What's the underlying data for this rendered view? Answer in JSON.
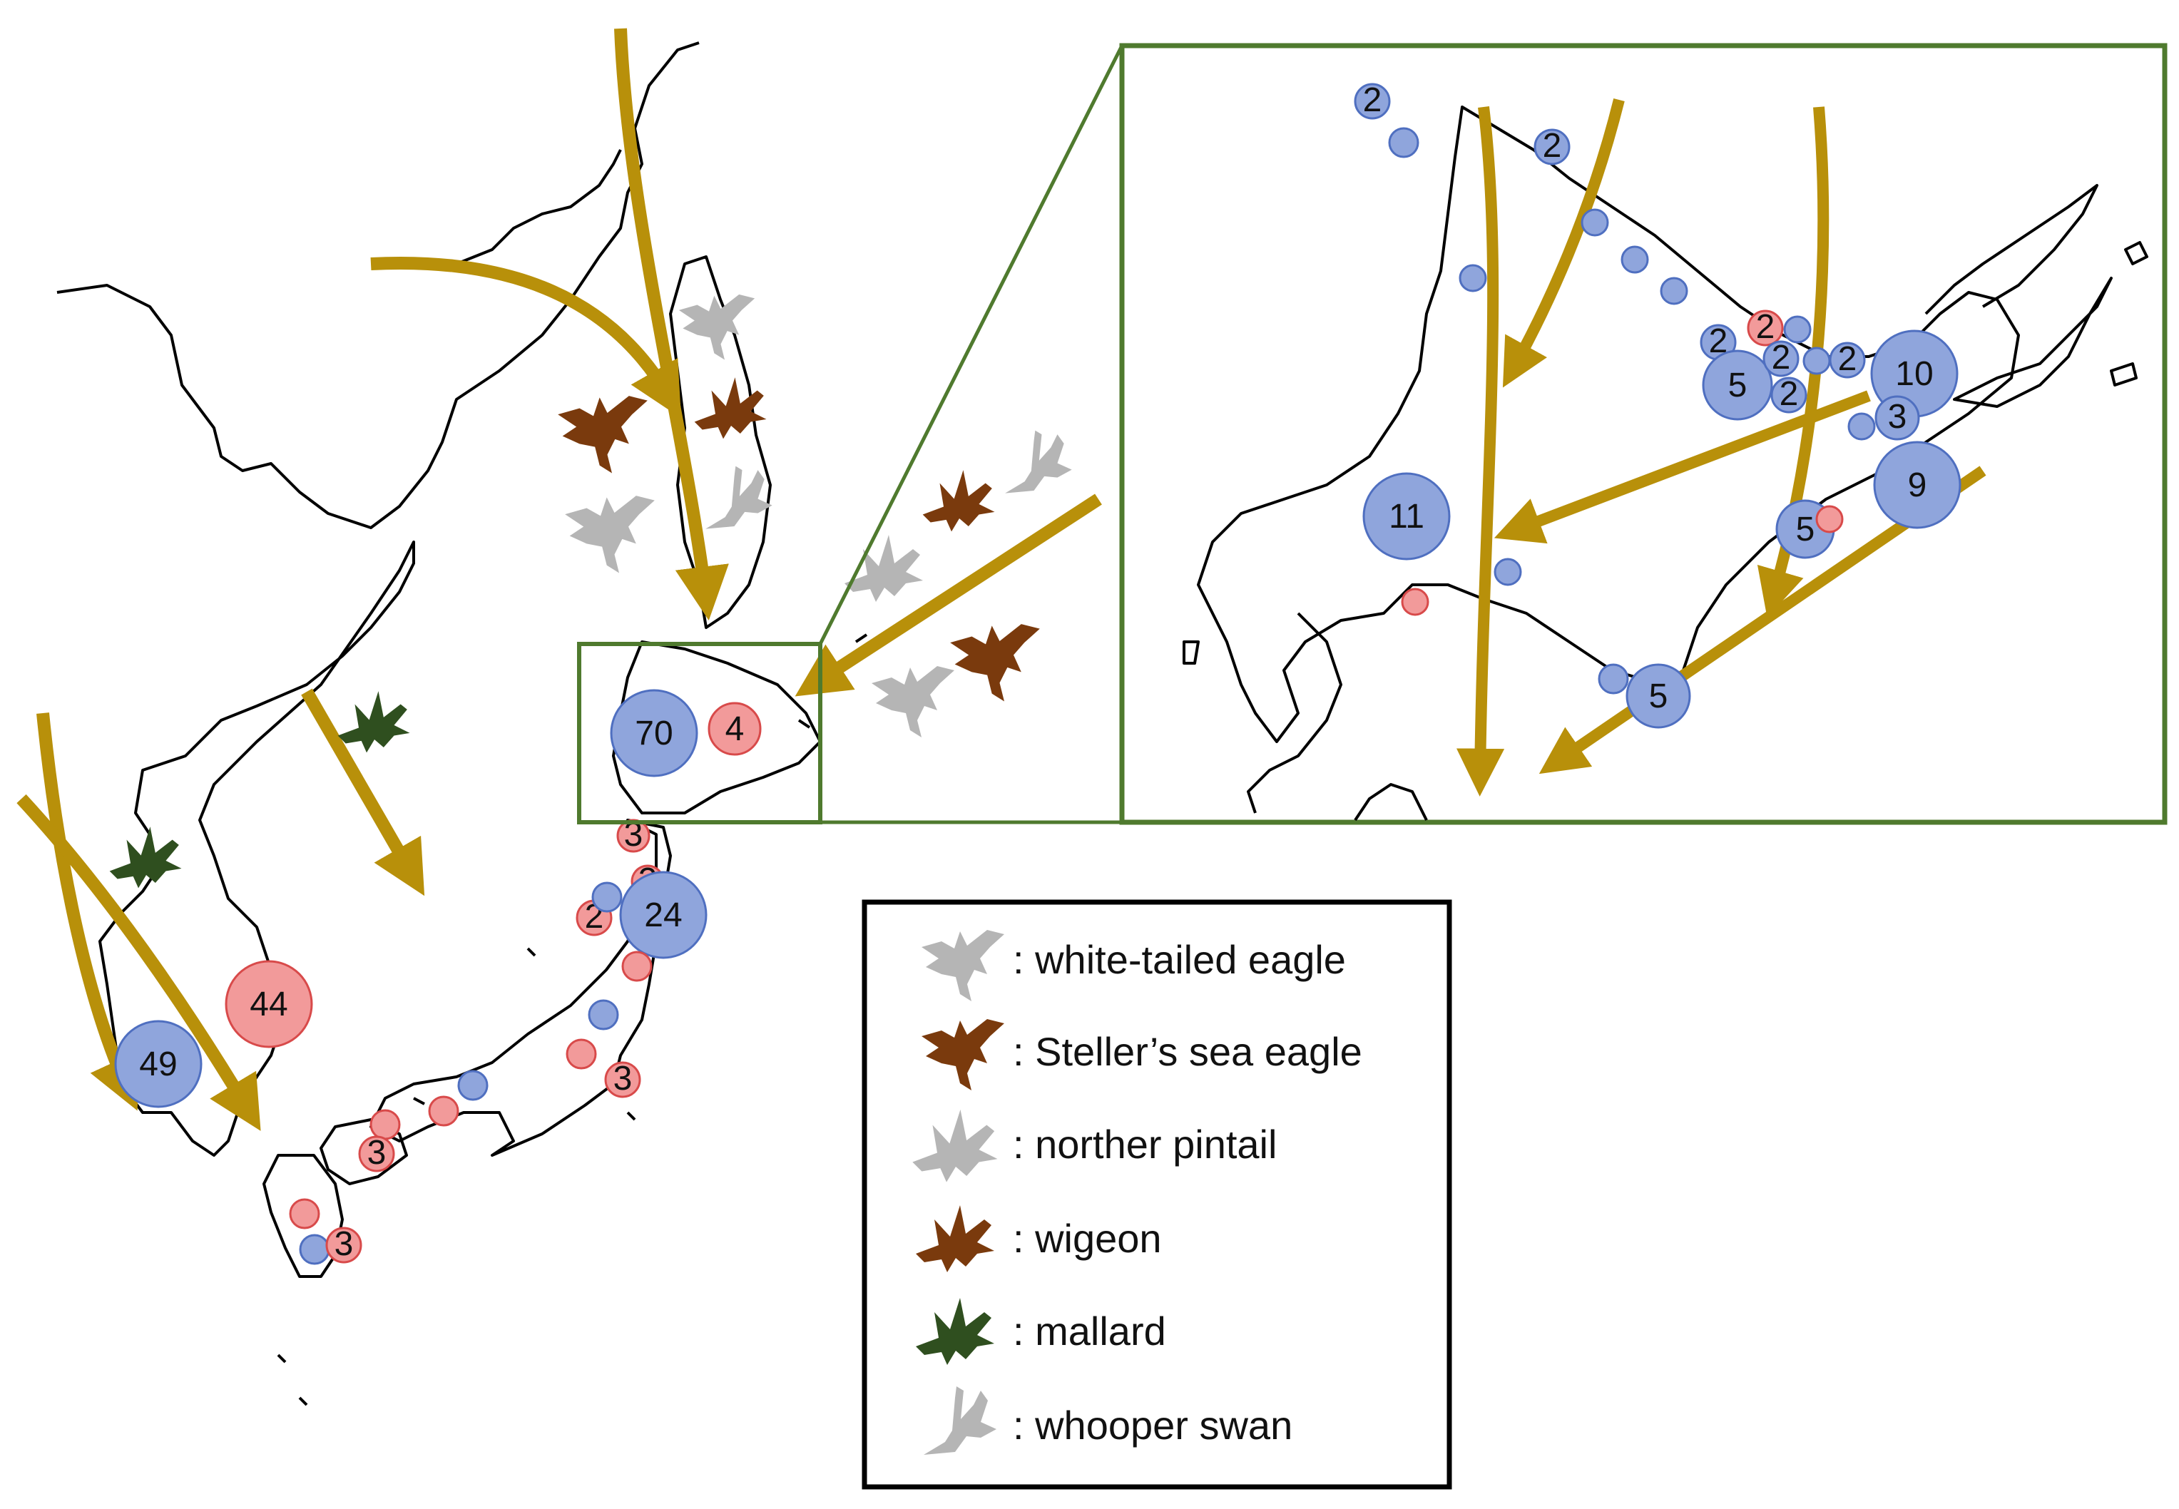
{
  "colors": {
    "land_outline": "#000000",
    "arrow": "#b8900a",
    "inset_frame": "#4f7a2e",
    "blue_circle_fill": "#8fa5dc",
    "blue_circle_stroke": "#4f6fc0",
    "red_circle_fill": "#f29a9a",
    "red_circle_stroke": "#d84a4a",
    "white_tailed_eagle": "#b5b5b5",
    "stellers_sea_eagle": "#7a3a0d",
    "northern_pintail": "#b5b5b5",
    "wigeon": "#7a3a0d",
    "mallard": "#2f4f1f",
    "whooper_swan": "#b5b5b5"
  },
  "main_map": {
    "circles": [
      {
        "label": "70",
        "color": "blue"
      },
      {
        "label": "4",
        "color": "red"
      },
      {
        "label": "3",
        "color": "red"
      },
      {
        "label": "2",
        "color": "red"
      },
      {
        "label": "24",
        "color": "blue"
      },
      {
        "label": "2",
        "color": "red"
      },
      {
        "label": "",
        "color": "blue"
      },
      {
        "label": "",
        "color": "red"
      },
      {
        "label": "",
        "color": "blue"
      },
      {
        "label": "",
        "color": "red"
      },
      {
        "label": "3",
        "color": "red"
      },
      {
        "label": "44",
        "color": "red"
      },
      {
        "label": "49",
        "color": "blue"
      },
      {
        "label": "",
        "color": "blue"
      },
      {
        "label": "",
        "color": "red"
      },
      {
        "label": "",
        "color": "red"
      },
      {
        "label": "3",
        "color": "red"
      },
      {
        "label": "",
        "color": "red"
      },
      {
        "label": "",
        "color": "blue"
      },
      {
        "label": "3",
        "color": "red"
      }
    ]
  },
  "inset_map": {
    "circles": [
      {
        "label": "2",
        "color": "blue"
      },
      {
        "label": "",
        "color": "blue"
      },
      {
        "label": "2",
        "color": "blue"
      },
      {
        "label": "",
        "color": "blue"
      },
      {
        "label": "",
        "color": "blue"
      },
      {
        "label": "",
        "color": "blue"
      },
      {
        "label": "",
        "color": "blue"
      },
      {
        "label": "2",
        "color": "red"
      },
      {
        "label": "",
        "color": "blue"
      },
      {
        "label": "2",
        "color": "blue"
      },
      {
        "label": "5",
        "color": "blue"
      },
      {
        "label": "2",
        "color": "blue"
      },
      {
        "label": "2",
        "color": "blue"
      },
      {
        "label": "",
        "color": "blue"
      },
      {
        "label": "2",
        "color": "blue"
      },
      {
        "label": "10",
        "color": "blue"
      },
      {
        "label": "3",
        "color": "blue"
      },
      {
        "label": "",
        "color": "blue"
      },
      {
        "label": "9",
        "color": "blue"
      },
      {
        "label": "5",
        "color": "blue"
      },
      {
        "label": "",
        "color": "red"
      },
      {
        "label": "11",
        "color": "blue"
      },
      {
        "label": "",
        "color": "blue"
      },
      {
        "label": "",
        "color": "red"
      },
      {
        "label": "5",
        "color": "blue"
      },
      {
        "label": "",
        "color": "blue"
      }
    ]
  },
  "legend": {
    "items": [
      {
        "label": ": white-tailed eagle",
        "icon": "white-tailed-eagle-icon"
      },
      {
        "label": ": Steller’s sea eagle",
        "icon": "stellers-sea-eagle-icon"
      },
      {
        "label": ": norther pintail",
        "icon": "northern-pintail-icon"
      },
      {
        "label": ": wigeon",
        "icon": "wigeon-icon"
      },
      {
        "label": ": mallard",
        "icon": "mallard-icon"
      },
      {
        "label": ": whooper swan",
        "icon": "whooper-swan-icon"
      }
    ]
  }
}
